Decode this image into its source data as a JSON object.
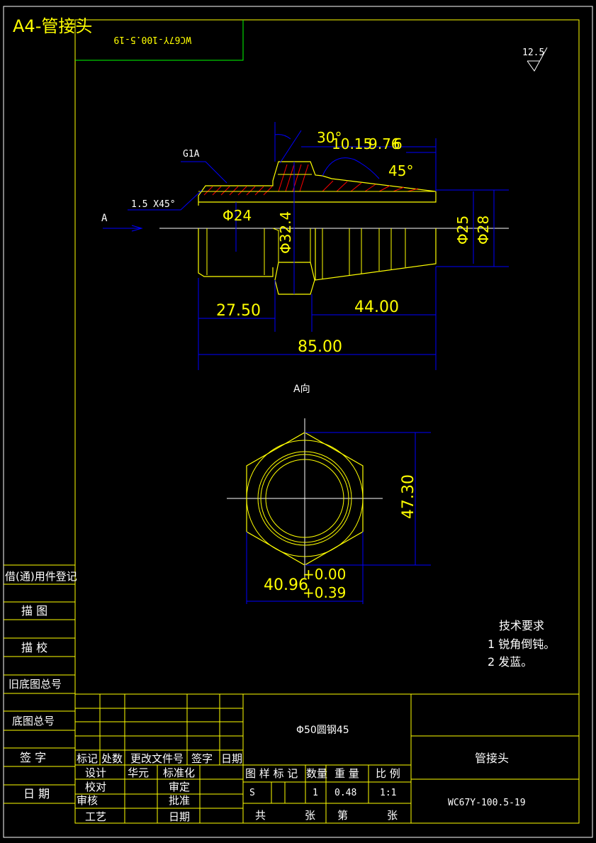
{
  "title": "A4-管接头",
  "mirrored_code": "WC67Y-100.5-19",
  "roughness": "12.5",
  "view_a_arrow": "A",
  "view_a_label": "A向",
  "dims": {
    "thread": "G1A",
    "chamfer": "1.5 X45°",
    "angle30": "30°",
    "angle45": "45°",
    "overlap1": "10.15",
    "overlap2": "9.76",
    "overlap3": "6",
    "phi24": "Φ24",
    "phi32": "Φ32.4",
    "phi25": "Φ25",
    "phi28": "Φ28",
    "len2750": "27.50",
    "len4400": "44.00",
    "len8500": "85.00",
    "hex_height": "47.30",
    "hex_width": "40.96",
    "tol_upper": "+0.00",
    "tol_lower": "+0.39"
  },
  "tech_req": {
    "heading": "技术要求",
    "items": [
      "1 锐角倒钝。",
      "2 发蓝。"
    ]
  },
  "left_column": [
    "借(通)用件登记",
    "描 图",
    "描 校",
    "旧底图总号",
    "底图总号",
    "签 字",
    "日 期"
  ],
  "title_block": {
    "material": "Φ50圆钢45",
    "part_name": "管接头",
    "drawing_no": "WC67Y-100.5-19",
    "rev_headers": [
      "标记",
      "处数",
      "更改文件号",
      "签字",
      "日期"
    ],
    "design": "设计",
    "designer": "华元",
    "standardize": "标准化",
    "proofread": "校对",
    "examine": "审定",
    "review": "审核",
    "approve": "批准",
    "process": "工艺",
    "date": "日期",
    "marking_header": "图 样 标 记",
    "qty_header": "数量",
    "weight_header": "重 量",
    "scale_header": "比 例",
    "marking": "S",
    "qty": "1",
    "weight": "0.48",
    "scale": "1:1",
    "total": "共",
    "sheets1": "张",
    "sheet_no": "第",
    "sheets2": "张"
  },
  "colors": {
    "border": "#ffff00",
    "dim": "#0000ff",
    "white": "#ffffff",
    "hatch": "#ff0000",
    "green": "#00ff00"
  }
}
